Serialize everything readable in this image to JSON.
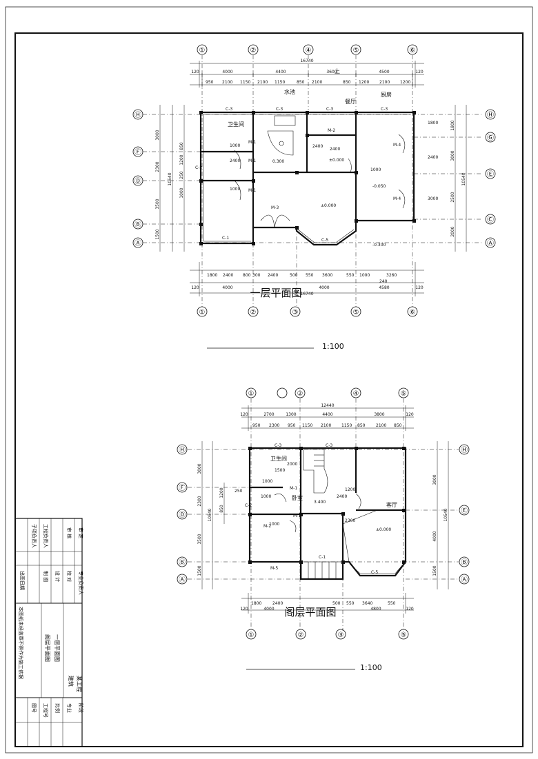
{
  "plan1": {
    "title": "一层平面图",
    "scale": "1:100",
    "axes_top": [
      "①",
      "②",
      "④",
      "⑤",
      "⑥"
    ],
    "axes_bottom": [
      "①",
      "②",
      "③",
      "⑤",
      "⑥"
    ],
    "axes_left": [
      "Ⓗ",
      "Ⓕ",
      "Ⓓ",
      "Ⓑ",
      "Ⓐ"
    ],
    "axes_right": [
      "Ⓗ",
      "Ⓖ",
      "Ⓔ",
      "Ⓒ",
      "Ⓐ"
    ],
    "dim_top_total": "16740",
    "dim_top_main": [
      "4000",
      "4400",
      "3600",
      "4500"
    ],
    "dim_top_detail": [
      "950",
      "2100",
      "1150",
      "2100",
      "1150",
      "850",
      "2100",
      "850",
      "1200",
      "2100",
      "1200"
    ],
    "dim_bottom_detail": [
      "1800",
      "2400",
      "800",
      "300",
      "2400",
      "500",
      "550",
      "3600",
      "550",
      "1000",
      "3260"
    ],
    "dim_bottom_main": [
      "4000",
      "4000",
      "4580"
    ],
    "dim_bottom_total": "16740",
    "dim_bottom_extra": "240",
    "edge_120": "120",
    "dim_left": [
      "3000",
      "2300",
      "3500",
      "1500"
    ],
    "dim_left_detail": [
      "1200",
      "850",
      "250",
      "1000"
    ],
    "dim_left_total": "10540",
    "dim_right": [
      "1800",
      "3000",
      "2500",
      "2000"
    ],
    "dim_right_total": "10540",
    "rooms": [
      "卫生间",
      "餐厅",
      "厨房",
      "水池",
      "上"
    ],
    "labels": [
      "C-3",
      "C-3",
      "C-3",
      "C-3",
      "C-2",
      "C-1",
      "C-5",
      "M-2",
      "M-3",
      "M-4",
      "M-4",
      "M-1",
      "M-1",
      "M-1"
    ],
    "levels": [
      "0.300",
      "±0.000",
      "±0.000",
      "-0.050",
      "-0.300"
    ],
    "misc": [
      "1000",
      "2400",
      "1000",
      "2400",
      "1000",
      "1800",
      "2400",
      "3000",
      "2400"
    ]
  },
  "plan2": {
    "title": "阁层平面图",
    "scale": "1:100",
    "axes_top": [
      "①",
      "②",
      "④",
      "⑤"
    ],
    "axes_bottom": [
      "①",
      "②",
      "③",
      "⑤"
    ],
    "axes_left": [
      "Ⓗ",
      "Ⓕ",
      "Ⓓ",
      "Ⓑ",
      "Ⓐ"
    ],
    "axes_right": [
      "Ⓗ",
      "Ⓔ",
      "Ⓑ",
      "Ⓐ"
    ],
    "dim_top_total": "12440",
    "dim_top_main": [
      "2700",
      "1300",
      "4400",
      "3800"
    ],
    "dim_top_detail": [
      "950",
      "2300",
      "950",
      "1150",
      "2100",
      "1150",
      "850",
      "2100",
      "850"
    ],
    "dim_bottom_detail": [
      "1800",
      "2400",
      "500",
      "550",
      "3640",
      "550"
    ],
    "dim_bottom_main": [
      "4000",
      "4800"
    ],
    "edge_120": "120",
    "dim_left": [
      "3000",
      "2300",
      "3500",
      "1500"
    ],
    "dim_left_total": "10540",
    "dim_right": [
      "3000",
      "4000",
      "1500"
    ],
    "dim_right_total": "10540",
    "rooms": [
      "卫生间",
      "卧室",
      "客厅"
    ],
    "labels": [
      "C-3",
      "C-3",
      "C-2",
      "C-1",
      "C-5",
      "M-1",
      "M-1",
      "M-5",
      "M-2"
    ],
    "levels": [
      "3.400",
      "±0.000"
    ],
    "misc": [
      "2000",
      "1500",
      "1000",
      "1200",
      "850",
      "250",
      "1000",
      "2400",
      "1000",
      "2300",
      "1200"
    ]
  },
  "title_block": {
    "col1": [
      "审  定",
      "审  核",
      "工程负责人",
      "子项负责人"
    ],
    "col2": [
      "专业负责人",
      "校  对",
      "设  计",
      "制  图",
      "出图日期"
    ],
    "drawing_title": [
      "一层平面图",
      "阁层平面图"
    ],
    "project": [
      "某工程",
      "建筑"
    ],
    "info": [
      "阶段",
      "专业",
      "比例",
      "工程号",
      "图号"
    ],
    "note": "本图纸未经盖章不得作为施工依据"
  }
}
